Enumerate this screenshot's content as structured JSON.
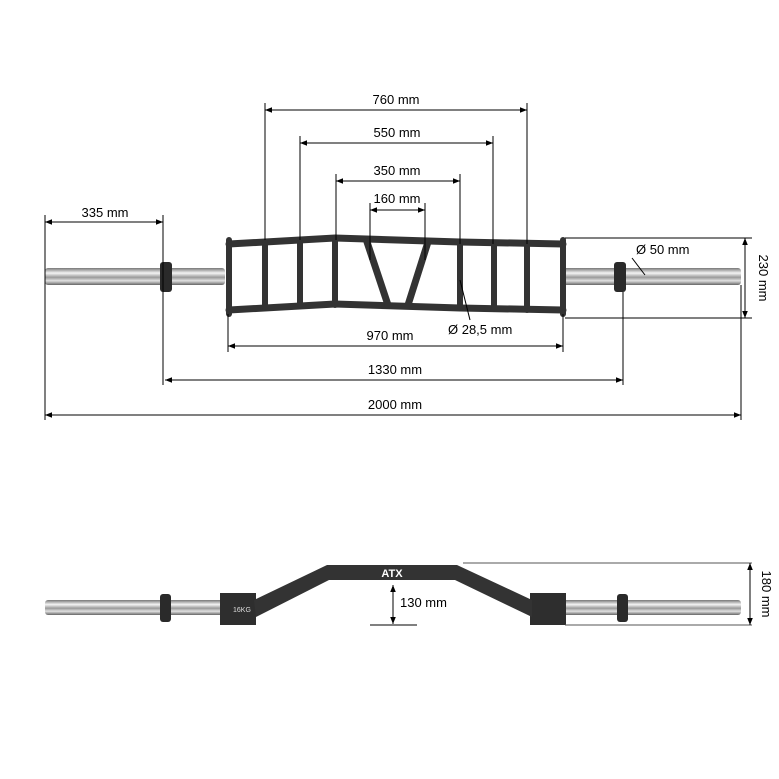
{
  "top_view": {
    "dimensions": {
      "d760": "760 mm",
      "d550": "550 mm",
      "d350": "350 mm",
      "d160": "160 mm",
      "d335": "335 mm",
      "d970": "970 mm",
      "d1330": "1330 mm",
      "d2000": "2000 mm",
      "d230": "230 mm",
      "sleeve_diameter": "Ø 50 mm",
      "grip_diameter": "Ø 28,5 mm"
    }
  },
  "side_view": {
    "brand": "ATX",
    "weight_label": "16KG",
    "dimensions": {
      "d130": "130 mm",
      "d180": "180 mm"
    }
  },
  "colors": {
    "frame": "#2f2f2f",
    "chrome": "#c8c8c8"
  }
}
